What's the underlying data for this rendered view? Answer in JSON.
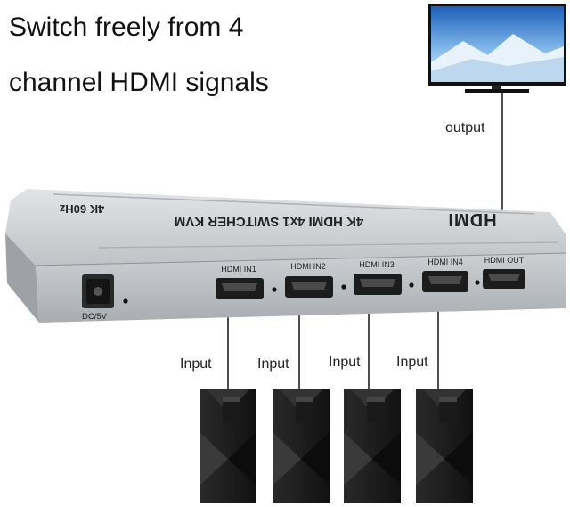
{
  "headline": {
    "line1": "Switch freely from 4",
    "line2": "channel HDMI signals"
  },
  "connections": {
    "output_label": "output",
    "input_label": "Input"
  },
  "device": {
    "title": "4K HDMI 4x1 SWITCHER KVM",
    "subtitle": "4K 60Hz",
    "logo": "HDMI",
    "power_label": "DC/5V",
    "ports": [
      "HDMI IN1",
      "HDMI IN2",
      "HDMI IN3",
      "HDMI IN4",
      "HDMI OUT"
    ]
  },
  "colors": {
    "device_body": "#b9bdc1",
    "device_top": "#d5d8da",
    "port": "#1c1c1c",
    "line": "#222222"
  }
}
